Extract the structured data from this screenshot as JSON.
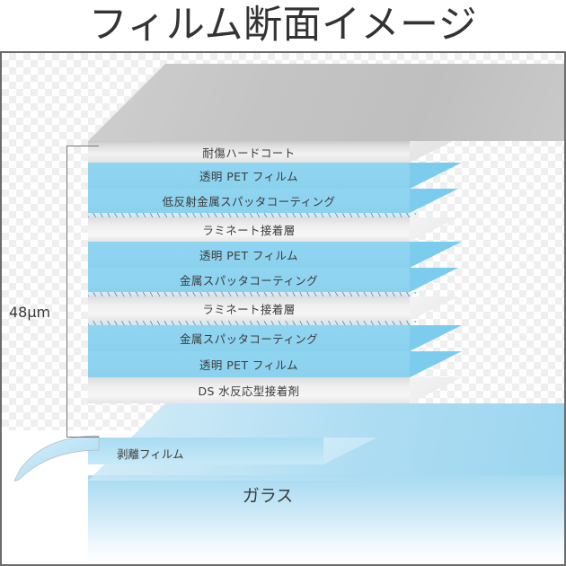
{
  "title": "フィルム断面イメージ",
  "measurement": {
    "label": "48μm",
    "value": 48,
    "unit": "μm"
  },
  "substrate": {
    "label": "ガラス"
  },
  "release": {
    "label": "剥離フィルム"
  },
  "colors": {
    "film_blue": "#8ed3ef",
    "film_gray": "#eaeaea",
    "glass_blue": "#a6daf1",
    "peel_blue": "#b9e3f5",
    "frame_border": "#6b6b6b",
    "text": "#3c3c3c",
    "title_text": "#333333"
  },
  "stack": {
    "layers": [
      {
        "label": "耐傷ハードコート",
        "kind": "gray",
        "height": 24,
        "hatch_below": false
      },
      {
        "label": "透明 PET フィルム",
        "kind": "blue",
        "height": 29,
        "hatch_below": false
      },
      {
        "label": "低反射金属スパッタコーティング",
        "kind": "blue",
        "height": 27,
        "hatch_below": true
      },
      {
        "label": "ラミネート接着層",
        "kind": "gray2",
        "height": 27,
        "hatch_below": false
      },
      {
        "label": "透明 PET フィルム",
        "kind": "blue",
        "height": 29,
        "hatch_below": false
      },
      {
        "label": "金属スパッタコーティング",
        "kind": "blue",
        "height": 27,
        "hatch_below": true
      },
      {
        "label": "ラミネート接着層",
        "kind": "gray2",
        "height": 27,
        "hatch_below": true
      },
      {
        "label": "金属スパッタコーティング",
        "kind": "blue",
        "height": 29,
        "hatch_below": false
      },
      {
        "label": "透明 PET フィルム",
        "kind": "blue",
        "height": 29,
        "hatch_below": false
      },
      {
        "label": "DS 水反応型接着剤",
        "kind": "gray2",
        "height": 29,
        "hatch_below": false
      }
    ]
  }
}
